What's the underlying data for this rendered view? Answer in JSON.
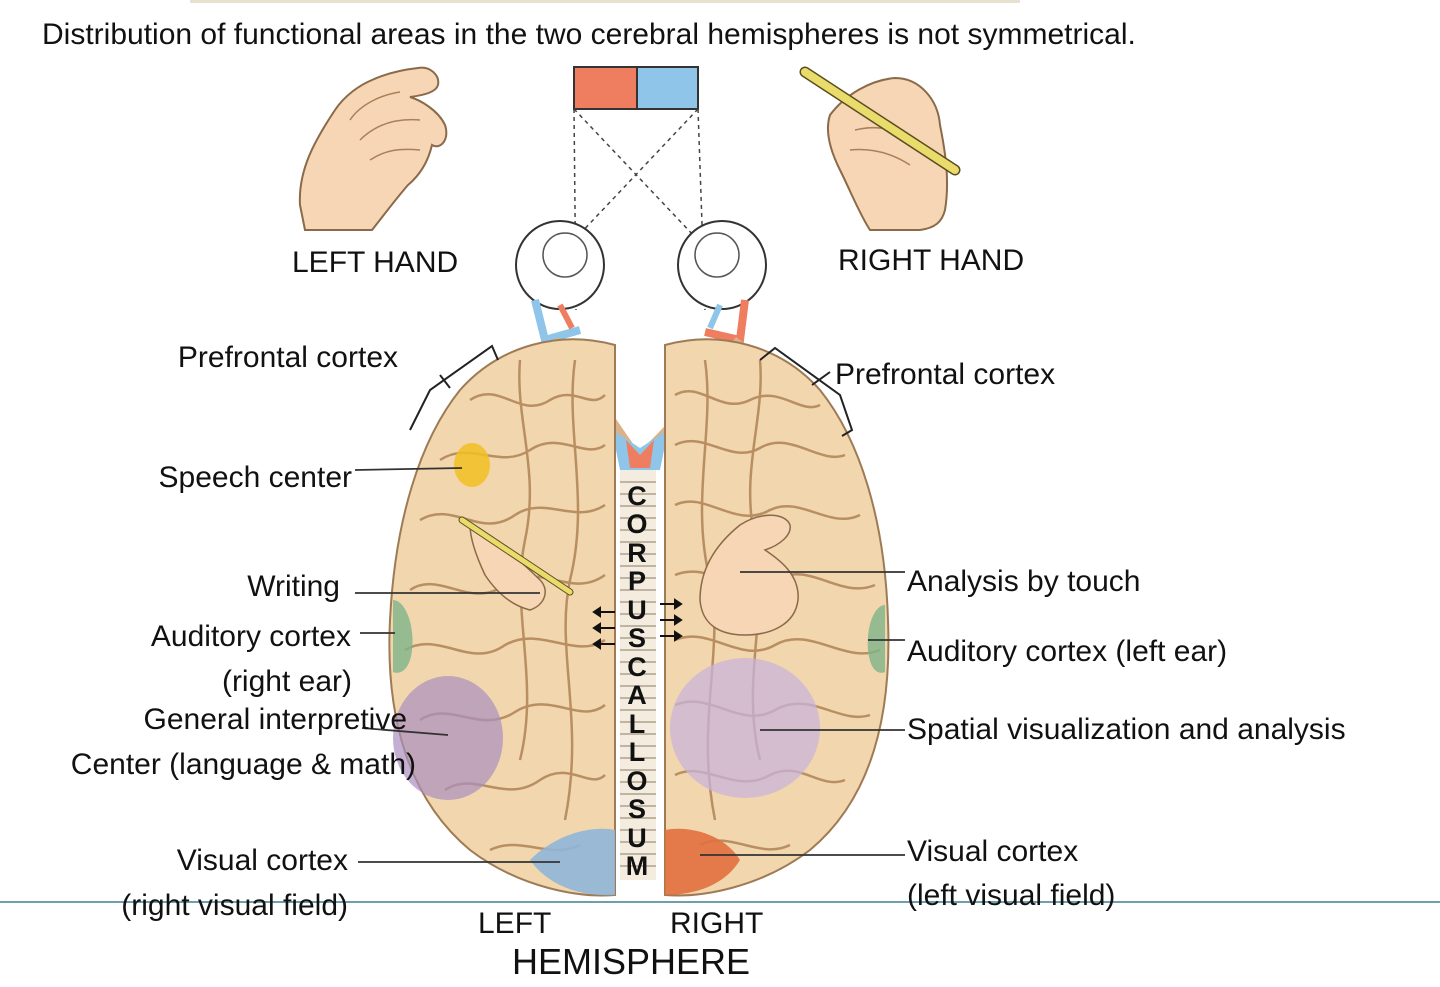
{
  "title": "Distribution of functional areas in the two cerebral hemispheres is not symmetrical.",
  "hands": {
    "left": "LEFT HAND",
    "right": "RIGHT HAND"
  },
  "left_labels": {
    "prefrontal": "Prefrontal cortex",
    "speech": "Speech center",
    "writing": "Writing",
    "auditory_1": "Auditory cortex",
    "auditory_2": "(right ear)",
    "general_1": "General interpretive",
    "general_2": "Center (language & math)",
    "visual_1": "Visual cortex",
    "visual_2": "(right visual field)"
  },
  "right_labels": {
    "prefrontal": "Prefrontal cortex",
    "touch": "Analysis by touch",
    "auditory": "Auditory cortex (left ear)",
    "spatial": "Spatial visualization and analysis",
    "visual_1": "Visual cortex",
    "visual_2": "(left visual field)"
  },
  "corpus_callosum": [
    "C",
    "O",
    "R",
    "P",
    "U",
    "S",
    "C",
    "A",
    "L",
    "L",
    "O",
    "S",
    "U",
    "M"
  ],
  "hemisphere": {
    "left": "LEFT",
    "right": "RIGHT",
    "word": "HEMISPHERE"
  },
  "colors": {
    "brain": "#f1d6ae",
    "gyri": "#b98f62",
    "speech": "#f2c022",
    "auditory": "#7fb48a",
    "interpretive": "#a98fbf",
    "visual_left_hemi": "#8fb6d9",
    "visual_right_hemi": "#e2703f",
    "field_left": "#ef7d5f",
    "field_right": "#8ec5e8",
    "skin": "#f6d6b4",
    "pencil": "#e9dc6a"
  }
}
